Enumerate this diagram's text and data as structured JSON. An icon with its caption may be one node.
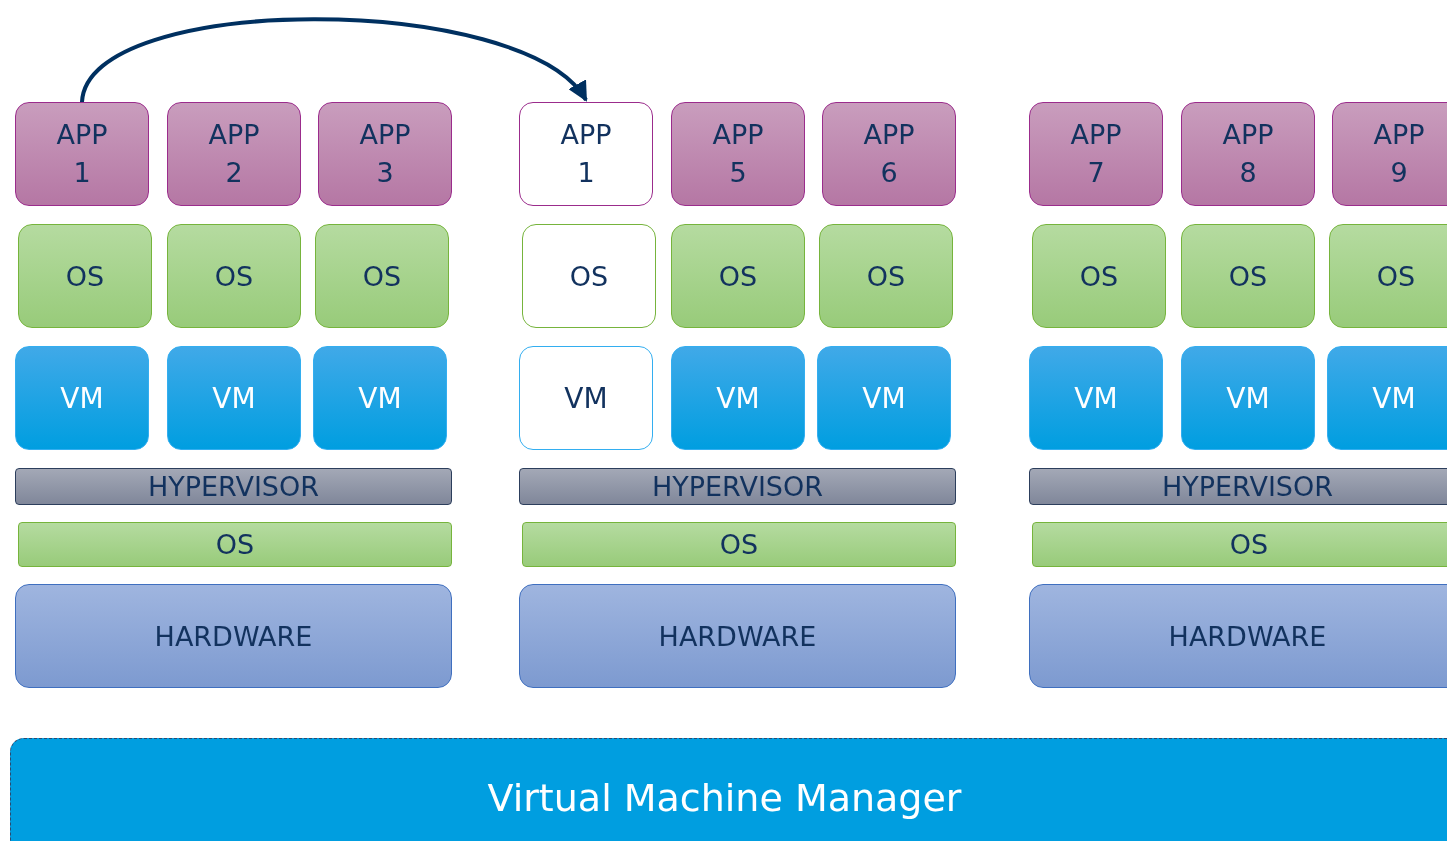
{
  "diagram": {
    "nodes": [
      {
        "text": [
          "APP 1"
        ]
      },
      {
        "text": [
          "APP 2"
        ]
      },
      {
        "text": [
          "APP 3"
        ]
      },
      {
        "text": [
          "APP 1"
        ]
      },
      {
        "text": [
          "APP 5"
        ]
      },
      {
        "text": [
          "APP 6"
        ]
      },
      {
        "text": [
          "APP 7"
        ]
      },
      {
        "text": [
          "APP 8"
        ]
      },
      {
        "text": [
          "APP 9"
        ]
      },
      {
        "text": [
          "OS"
        ]
      },
      {
        "text": [
          "OS"
        ]
      },
      {
        "text": [
          "OS"
        ]
      },
      {
        "text": [
          "OS"
        ]
      },
      {
        "text": [
          "OS"
        ]
      },
      {
        "text": [
          "OS"
        ]
      },
      {
        "text": [
          "OS"
        ]
      },
      {
        "text": [
          "OS"
        ]
      },
      {
        "text": [
          "OS"
        ]
      },
      {
        "text": [
          "VM"
        ]
      },
      {
        "text": [
          "VM"
        ]
      },
      {
        "text": [
          "VM"
        ]
      },
      {
        "text": [
          "VM"
        ]
      },
      {
        "text": [
          "VM"
        ]
      },
      {
        "text": [
          "VM"
        ]
      },
      {
        "text": [
          "VM"
        ]
      },
      {
        "text": [
          "VM"
        ]
      },
      {
        "text": [
          "VM"
        ]
      },
      {
        "text": [
          "HYPERVISOR"
        ]
      },
      {
        "text": [
          "HYPERVISOR"
        ]
      },
      {
        "text": [
          "HYPERVISOR"
        ]
      },
      {
        "text": [
          "OS"
        ]
      },
      {
        "text": [
          "OS"
        ]
      },
      {
        "text": [
          "OS"
        ]
      },
      {
        "text": [
          "HARDWARE"
        ]
      },
      {
        "text": [
          "HARDWARE"
        ]
      },
      {
        "text": [
          "HARDWARE"
        ]
      },
      {
        "text": [
          "Virtual Machine Manager"
        ]
      }
    ],
    "edges": [
      {
        "from": 0,
        "to": 3,
        "arrow": "to"
      }
    ]
  }
}
